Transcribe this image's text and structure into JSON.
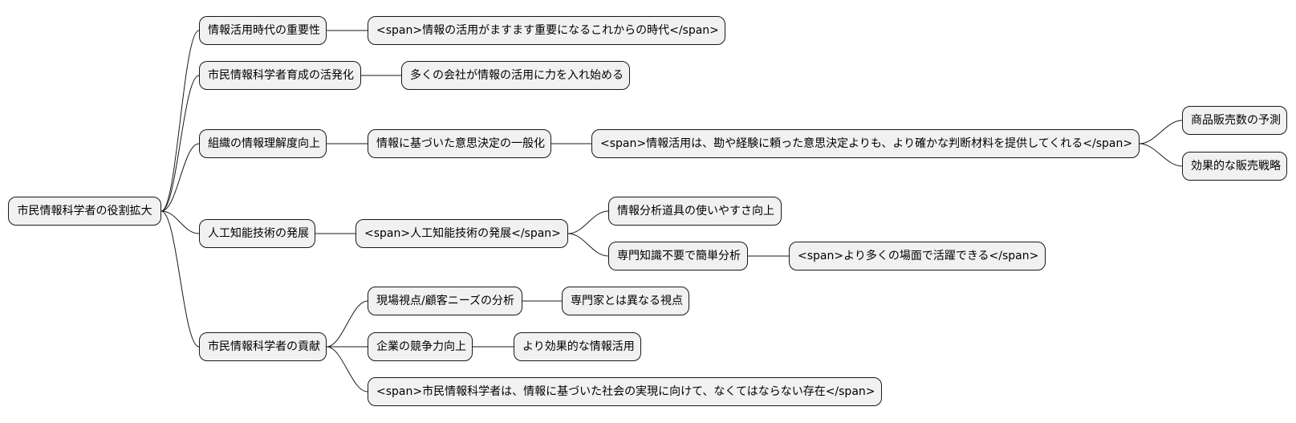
{
  "mindmap": {
    "root": "市民情報科学者の役割拡大",
    "branch_1": {
      "label": "情報活用時代の重要性",
      "child": "<span>情報の活用がますます重要になるこれからの時代</span>"
    },
    "branch_2": {
      "label": "市民情報科学者育成の活発化",
      "child": "多くの会社が情報の活用に力を入れ始める"
    },
    "branch_3": {
      "label": "組織の情報理解度向上",
      "child": "情報に基づいた意思決定の一般化",
      "grandchild": "<span>情報活用は、勘や経験に頼った意思決定よりも、より確かな判断材料を提供してくれる</span>",
      "leaves": [
        "商品販売数の予測",
        "効果的な販売戦略"
      ]
    },
    "branch_4": {
      "label": "人工知能技術の発展",
      "child": "<span>人工知能技術の発展</span>",
      "sub_1": "情報分析道具の使いやすさ向上",
      "sub_2": "専門知識不要で簡単分析",
      "sub_2_child": "<span>より多くの場面で活躍できる</span>"
    },
    "branch_5": {
      "label": "市民情報科学者の貢献",
      "sub_1": "現場視点/顧客ニーズの分析",
      "sub_1_child": "専門家とは異なる視点",
      "sub_2": "企業の競争力向上",
      "sub_2_child": "より効果的な情報活用",
      "sub_3": "<span>市民情報科学者は、情報に基づいた社会の実現に向けて、なくてはならない存在</span>"
    }
  }
}
